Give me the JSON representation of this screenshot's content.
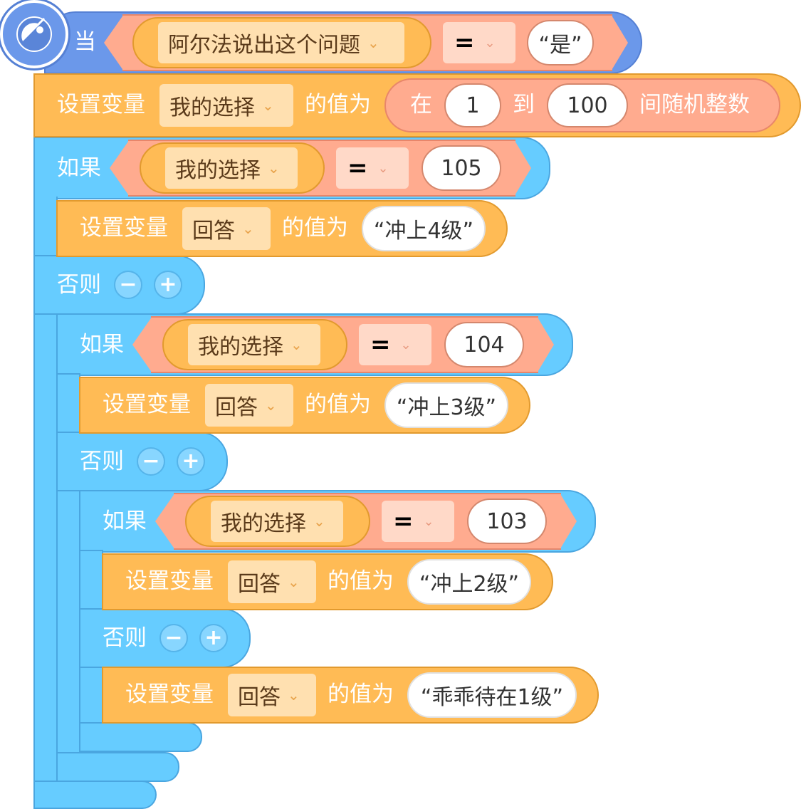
{
  "hat": {
    "icon": "broadcast-satellite-icon",
    "when_label": "当",
    "sensor_dropdown": "阿尔法说出这个问题",
    "operator": "=",
    "value": "“是”"
  },
  "set_random": {
    "label": "设置变量",
    "variable": "我的选择",
    "value_label": "的值为",
    "from_label": "在",
    "from": "1",
    "to_label": "到",
    "to": "100",
    "suffix": "间随机整数"
  },
  "if_blocks": [
    {
      "if_label": "如果",
      "variable": "我的选择",
      "operator": "=",
      "compare": "105",
      "set_label": "设置变量",
      "target": "回答",
      "value_label": "的值为",
      "answer": "“冲上4级”",
      "else_label": "否则",
      "minus": "−",
      "plus": "+"
    },
    {
      "if_label": "如果",
      "variable": "我的选择",
      "operator": "=",
      "compare": "104",
      "set_label": "设置变量",
      "target": "回答",
      "value_label": "的值为",
      "answer": "“冲上3级”",
      "else_label": "否则",
      "minus": "−",
      "plus": "+"
    },
    {
      "if_label": "如果",
      "variable": "我的选择",
      "operator": "=",
      "compare": "103",
      "set_label": "设置变量",
      "target": "回答",
      "value_label": "的值为",
      "answer": "“冲上2级”",
      "else_label": "否则",
      "minus": "−",
      "plus": "+"
    }
  ],
  "final_set": {
    "label": "设置变量",
    "target": "回答",
    "value_label": "的值为",
    "answer": "“乖乖待在1级”"
  },
  "dropdown_arrow": "⌄",
  "colors": {
    "event": "#6b98ea",
    "control": "#66ccff",
    "variable": "#ffbb55",
    "operator": "#ffab8f"
  }
}
